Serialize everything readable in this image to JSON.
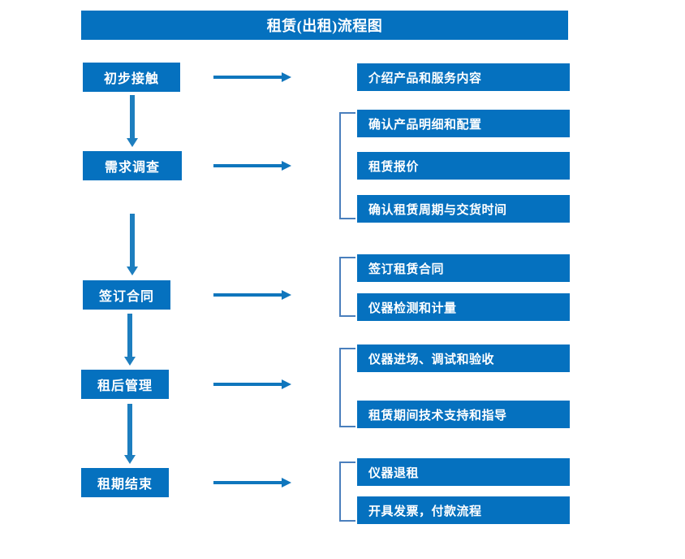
{
  "diagram": {
    "title": "租赁(出租)流程图",
    "accent_color": "#0571bf",
    "arrow_color": "#1d7ebf",
    "bracket_color": "#4a7fbd",
    "text_color": "#ffffff",
    "background_color": "#ffffff"
  },
  "stages": [
    {
      "label": "初步接触"
    },
    {
      "label": "需求调查"
    },
    {
      "label": "签订合同"
    },
    {
      "label": "租后管理"
    },
    {
      "label": "租期结束"
    }
  ],
  "details": [
    {
      "label": "介绍产品和服务内容"
    },
    {
      "label": "确认产品明细和配置"
    },
    {
      "label": "租赁报价"
    },
    {
      "label": "确认租赁周期与交货时间"
    },
    {
      "label": "签订租赁合同"
    },
    {
      "label": "仪器检测和计量"
    },
    {
      "label": "仪器进场、调试和验收"
    },
    {
      "label": "租赁期间技术支持和指导"
    },
    {
      "label": "仪器退租"
    },
    {
      "label": "开具发票，付款流程"
    }
  ]
}
